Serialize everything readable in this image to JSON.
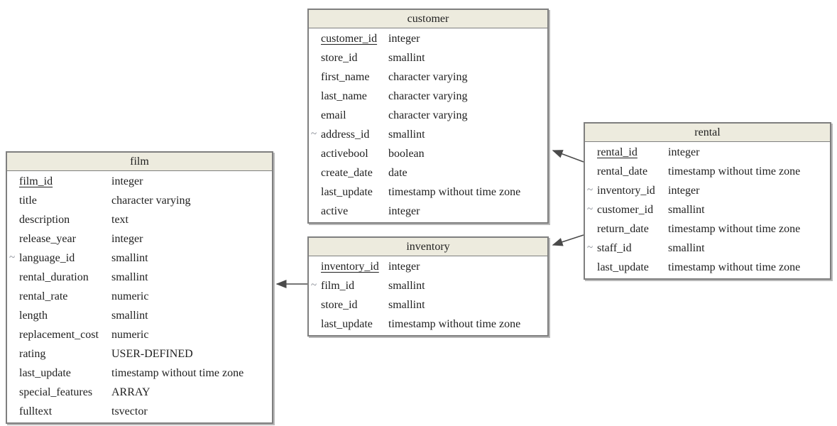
{
  "diagram": {
    "fk_marker_char": "~",
    "colors": {
      "header_bg": "#edebde",
      "table_border": "#7f7f7f",
      "text": "#1f1f1f",
      "fk_marker": "#80858e",
      "connector": "#4a4a4a"
    },
    "tables": [
      {
        "name": "film",
        "columns": [
          {
            "name": "film_id",
            "type": "integer",
            "pk": true,
            "fk": false
          },
          {
            "name": "title",
            "type": "character varying",
            "pk": false,
            "fk": false
          },
          {
            "name": "description",
            "type": "text",
            "pk": false,
            "fk": false
          },
          {
            "name": "release_year",
            "type": "integer",
            "pk": false,
            "fk": false
          },
          {
            "name": "language_id",
            "type": "smallint",
            "pk": false,
            "fk": true
          },
          {
            "name": "rental_duration",
            "type": "smallint",
            "pk": false,
            "fk": false
          },
          {
            "name": "rental_rate",
            "type": "numeric",
            "pk": false,
            "fk": false
          },
          {
            "name": "length",
            "type": "smallint",
            "pk": false,
            "fk": false
          },
          {
            "name": "replacement_cost",
            "type": "numeric",
            "pk": false,
            "fk": false
          },
          {
            "name": "rating",
            "type": "USER-DEFINED",
            "pk": false,
            "fk": false
          },
          {
            "name": "last_update",
            "type": "timestamp without time zone",
            "pk": false,
            "fk": false
          },
          {
            "name": "special_features",
            "type": "ARRAY",
            "pk": false,
            "fk": false
          },
          {
            "name": "fulltext",
            "type": "tsvector",
            "pk": false,
            "fk": false
          }
        ]
      },
      {
        "name": "customer",
        "columns": [
          {
            "name": "customer_id",
            "type": "integer",
            "pk": true,
            "fk": false
          },
          {
            "name": "store_id",
            "type": "smallint",
            "pk": false,
            "fk": false
          },
          {
            "name": "first_name",
            "type": "character varying",
            "pk": false,
            "fk": false
          },
          {
            "name": "last_name",
            "type": "character varying",
            "pk": false,
            "fk": false
          },
          {
            "name": "email",
            "type": "character varying",
            "pk": false,
            "fk": false
          },
          {
            "name": "address_id",
            "type": "smallint",
            "pk": false,
            "fk": true
          },
          {
            "name": "activebool",
            "type": "boolean",
            "pk": false,
            "fk": false
          },
          {
            "name": "create_date",
            "type": "date",
            "pk": false,
            "fk": false
          },
          {
            "name": "last_update",
            "type": "timestamp without time zone",
            "pk": false,
            "fk": false
          },
          {
            "name": "active",
            "type": "integer",
            "pk": false,
            "fk": false
          }
        ]
      },
      {
        "name": "inventory",
        "columns": [
          {
            "name": "inventory_id",
            "type": "integer",
            "pk": true,
            "fk": false
          },
          {
            "name": "film_id",
            "type": "smallint",
            "pk": false,
            "fk": true
          },
          {
            "name": "store_id",
            "type": "smallint",
            "pk": false,
            "fk": false
          },
          {
            "name": "last_update",
            "type": "timestamp without time zone",
            "pk": false,
            "fk": false
          }
        ]
      },
      {
        "name": "rental",
        "columns": [
          {
            "name": "rental_id",
            "type": "integer",
            "pk": true,
            "fk": false
          },
          {
            "name": "rental_date",
            "type": "timestamp without time zone",
            "pk": false,
            "fk": false
          },
          {
            "name": "inventory_id",
            "type": "integer",
            "pk": false,
            "fk": true
          },
          {
            "name": "customer_id",
            "type": "smallint",
            "pk": false,
            "fk": true
          },
          {
            "name": "return_date",
            "type": "timestamp without time zone",
            "pk": false,
            "fk": false
          },
          {
            "name": "staff_id",
            "type": "smallint",
            "pk": false,
            "fk": true
          },
          {
            "name": "last_update",
            "type": "timestamp without time zone",
            "pk": false,
            "fk": false
          }
        ]
      }
    ],
    "relations": [
      {
        "from": "rental",
        "to": "customer"
      },
      {
        "from": "rental",
        "to": "inventory"
      },
      {
        "from": "inventory",
        "to": "film"
      }
    ]
  }
}
